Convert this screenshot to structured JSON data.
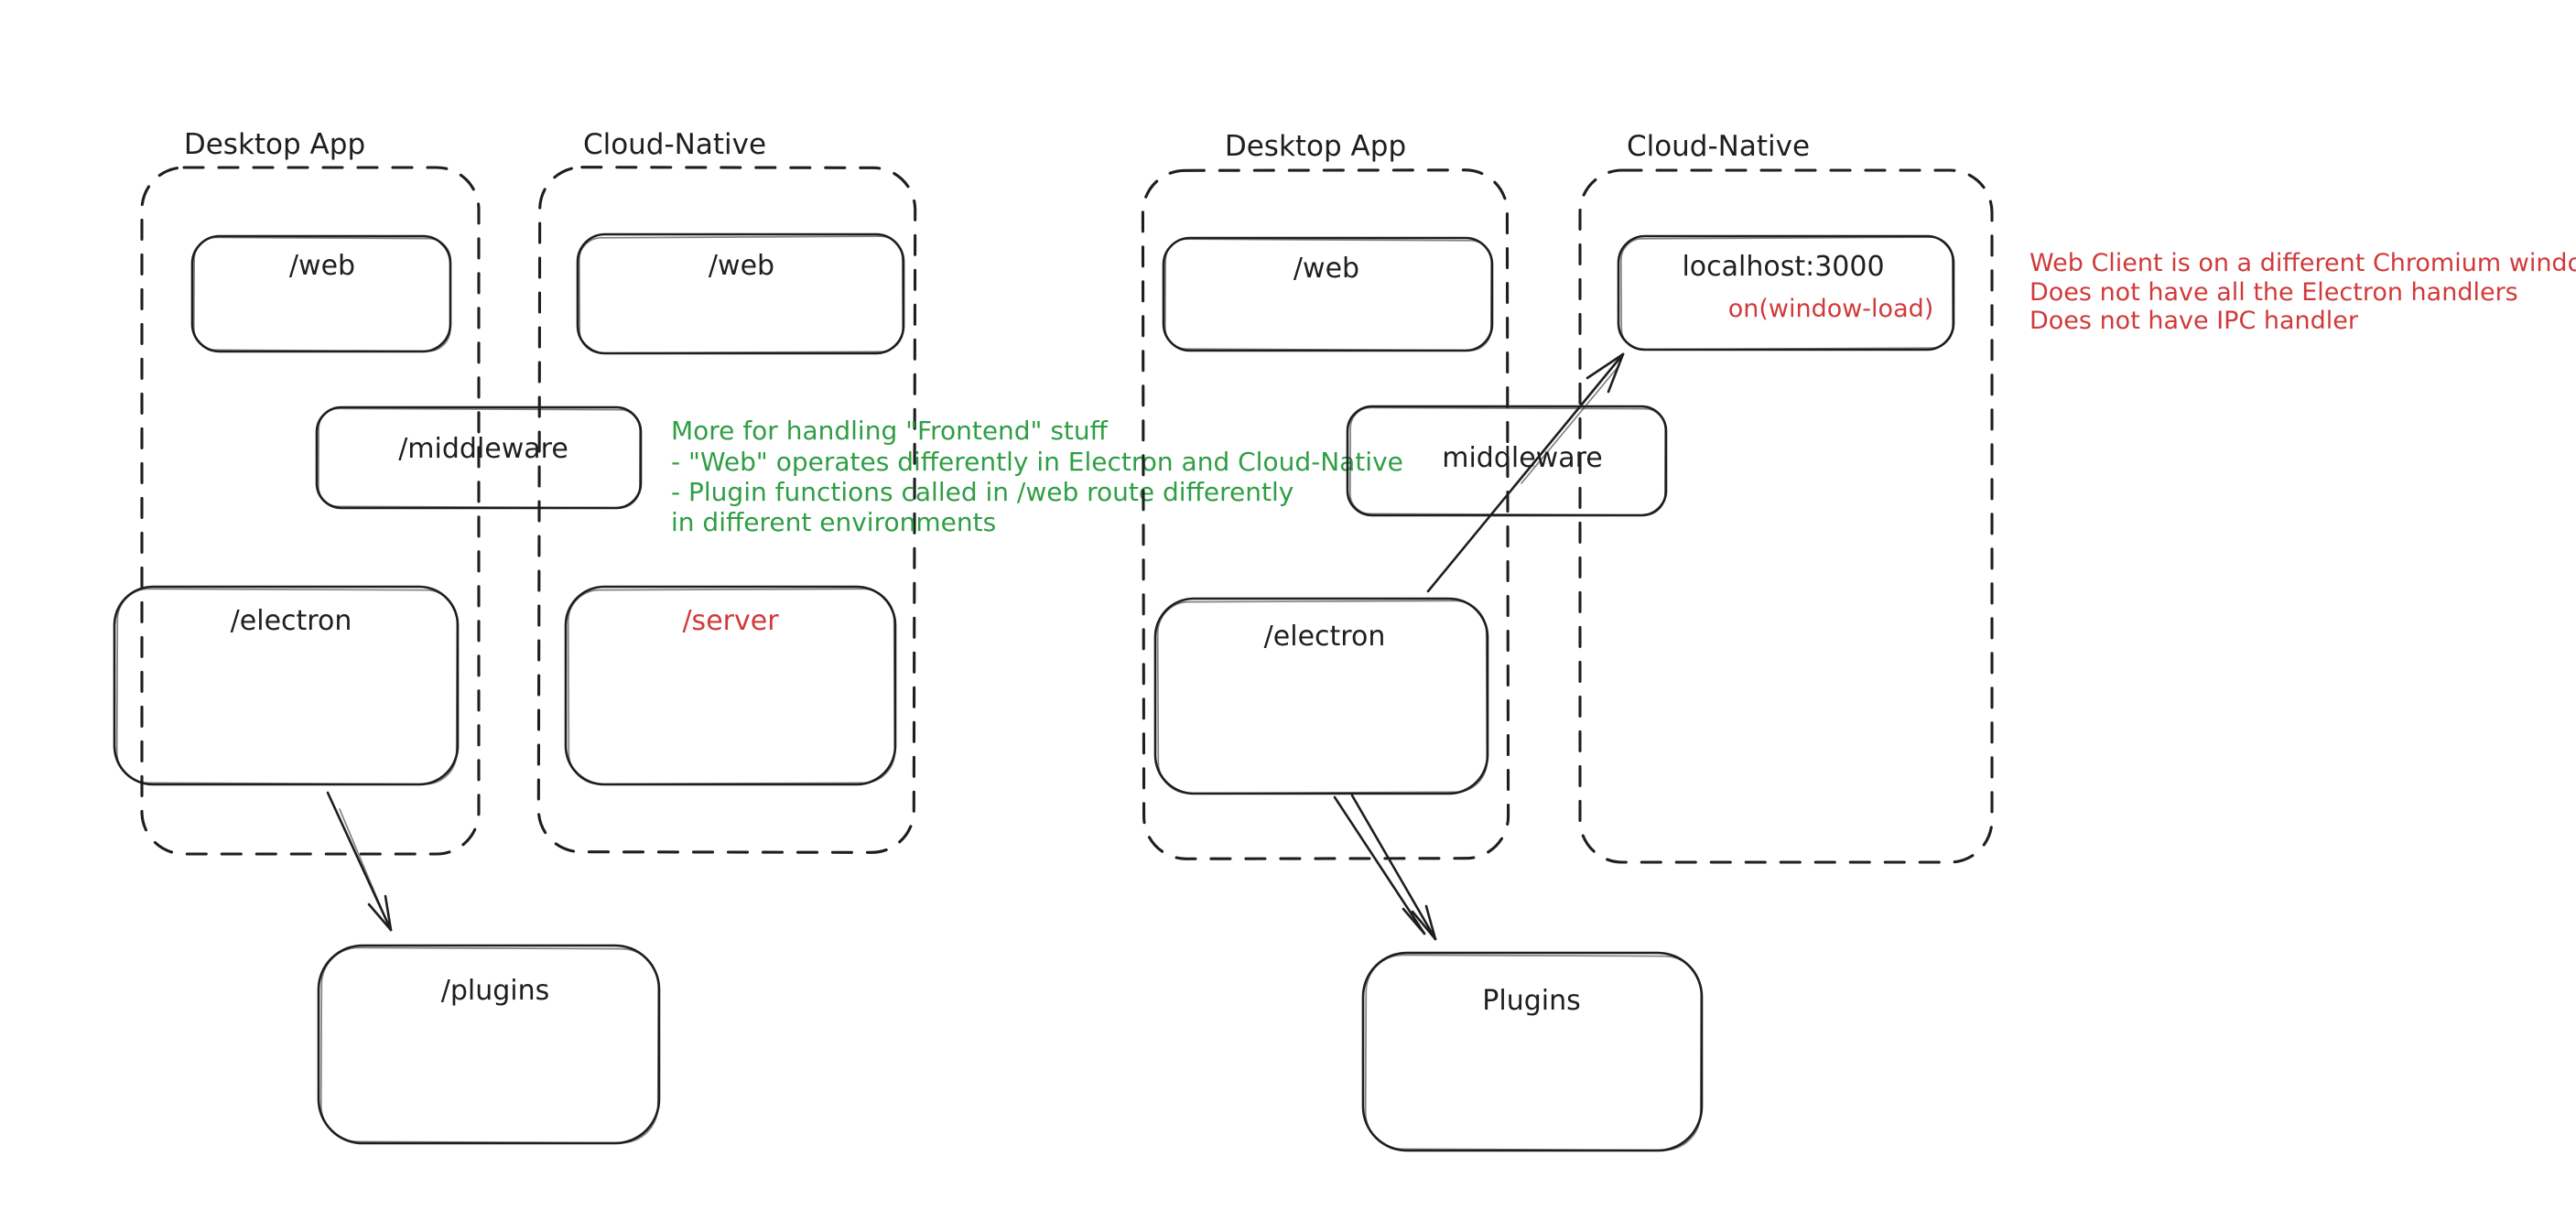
{
  "colors": {
    "ink": "#1e1e1e",
    "green": "#2f9e44",
    "red": "#d03a3a",
    "background": "#ffffff"
  },
  "left": {
    "desktop_label": "Desktop App",
    "cloud_label": "Cloud-Native",
    "web_desktop": "/web",
    "web_cloud": "/web",
    "middleware": "/middleware",
    "electron": "/electron",
    "server": "/server",
    "plugins": "/plugins",
    "note_green": [
      "More for handling \"Frontend\" stuff",
      "- \"Web\" operates differently in Electron and Cloud-Native",
      "- Plugin functions called in /web route differently",
      "in different environments"
    ]
  },
  "right": {
    "desktop_label": "Desktop App",
    "cloud_label": "Cloud-Native",
    "web": "/web",
    "localhost": "localhost:3000",
    "window_load": "on(window-load)",
    "middleware": "middleware",
    "electron": "/electron",
    "plugins": "Plugins",
    "note_red": [
      "Web Client is on a different Chromium window",
      "Does not have all the Electron handlers",
      "Does not have IPC handler"
    ]
  }
}
